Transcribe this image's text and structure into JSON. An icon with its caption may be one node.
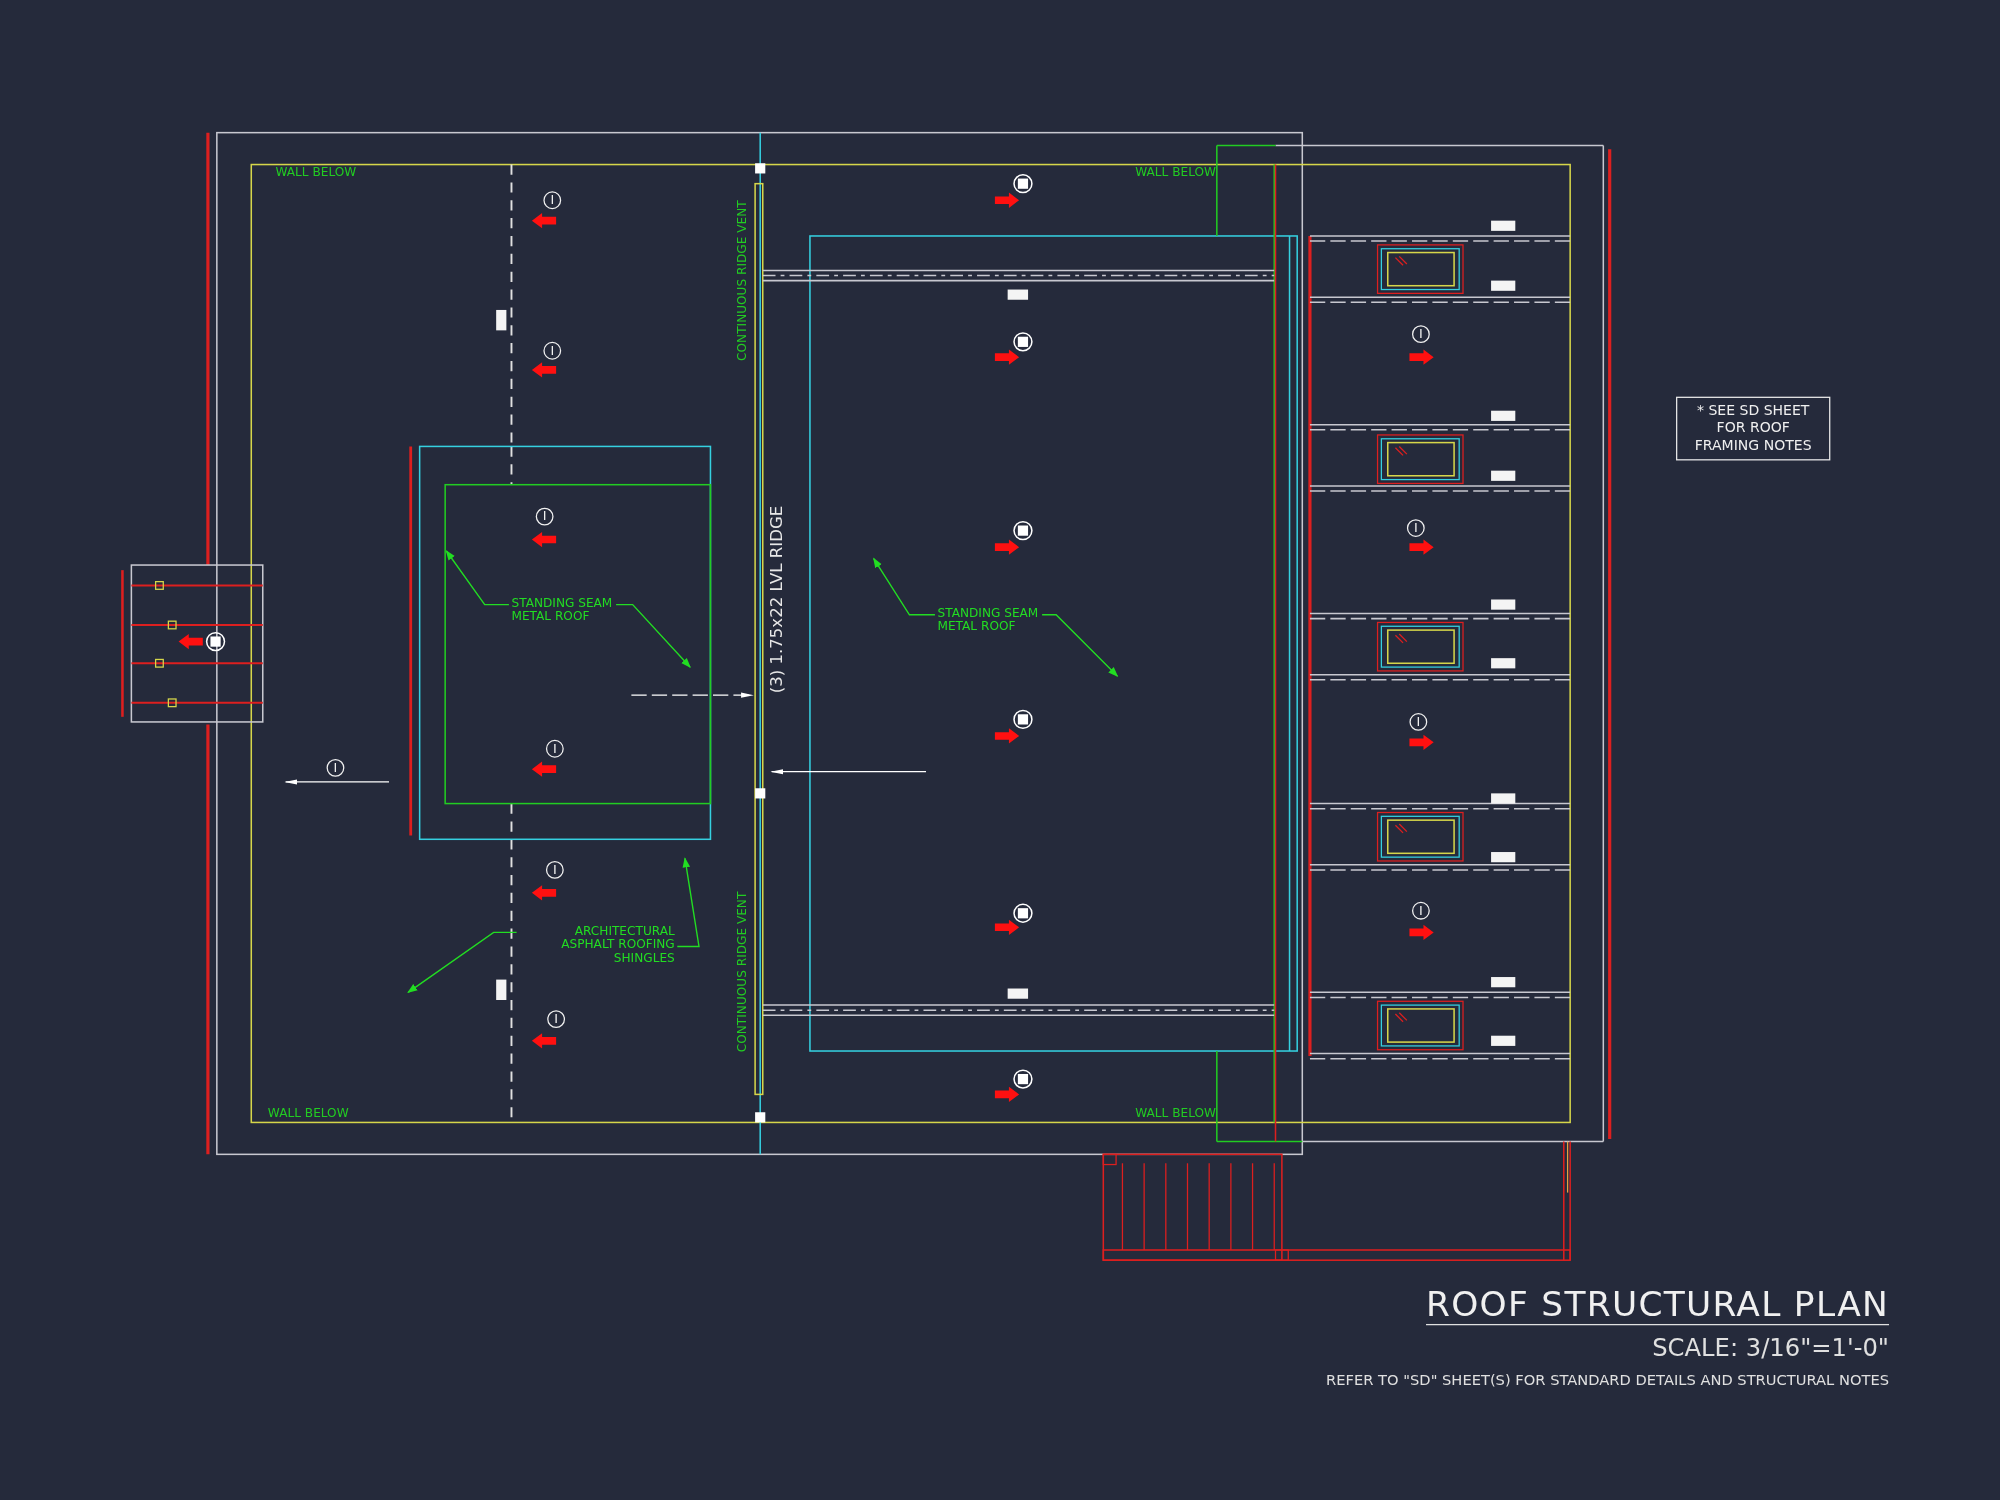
{
  "diagram": {
    "title": "ROOF STRUCTURAL PLAN",
    "caption": "REFER TO \"SD\" SHEET(S) FOR STANDARD DETAILS AND STRUCTURAL NOTES",
    "nodes": [
      {
        "text": [
          "* SEE SD SHEET FOR ROOF FRAMING NOTES"
        ]
      },
      {
        "text": [
          "STANDING SEAM METAL ROOF"
        ]
      },
      {
        "text": [
          "STANDING SEAM METAL ROOF"
        ]
      },
      {
        "text": [
          "ARCHITECTURAL ASPHALT ROOFING SHINGLES"
        ]
      }
    ],
    "edges": [
      {
        "from": 1,
        "to": null,
        "arrow": "to"
      },
      {
        "from": 1,
        "to": null,
        "arrow": "to"
      },
      {
        "from": 2,
        "to": null,
        "arrow": "to"
      },
      {
        "from": 2,
        "to": null,
        "arrow": "to"
      },
      {
        "from": 3,
        "to": null,
        "arrow": "to"
      },
      {
        "from": 3,
        "to": null,
        "arrow": "to"
      }
    ],
    "labels": [
      "WALL BELOW",
      "WALL BELOW",
      "I",
      "CONTINUOUS RIDGE VENT",
      "I",
      "I",
      "I",
      "I",
      "(3) 1.75x22 LVL RIDGE",
      "I",
      "I",
      "I",
      "I",
      "I",
      "CONTINUOUS RIDGE VENT",
      "I",
      "WALL BELOW",
      "WALL BELOW",
      "SCALE: 3/16\"=1'-0\""
    ]
  }
}
